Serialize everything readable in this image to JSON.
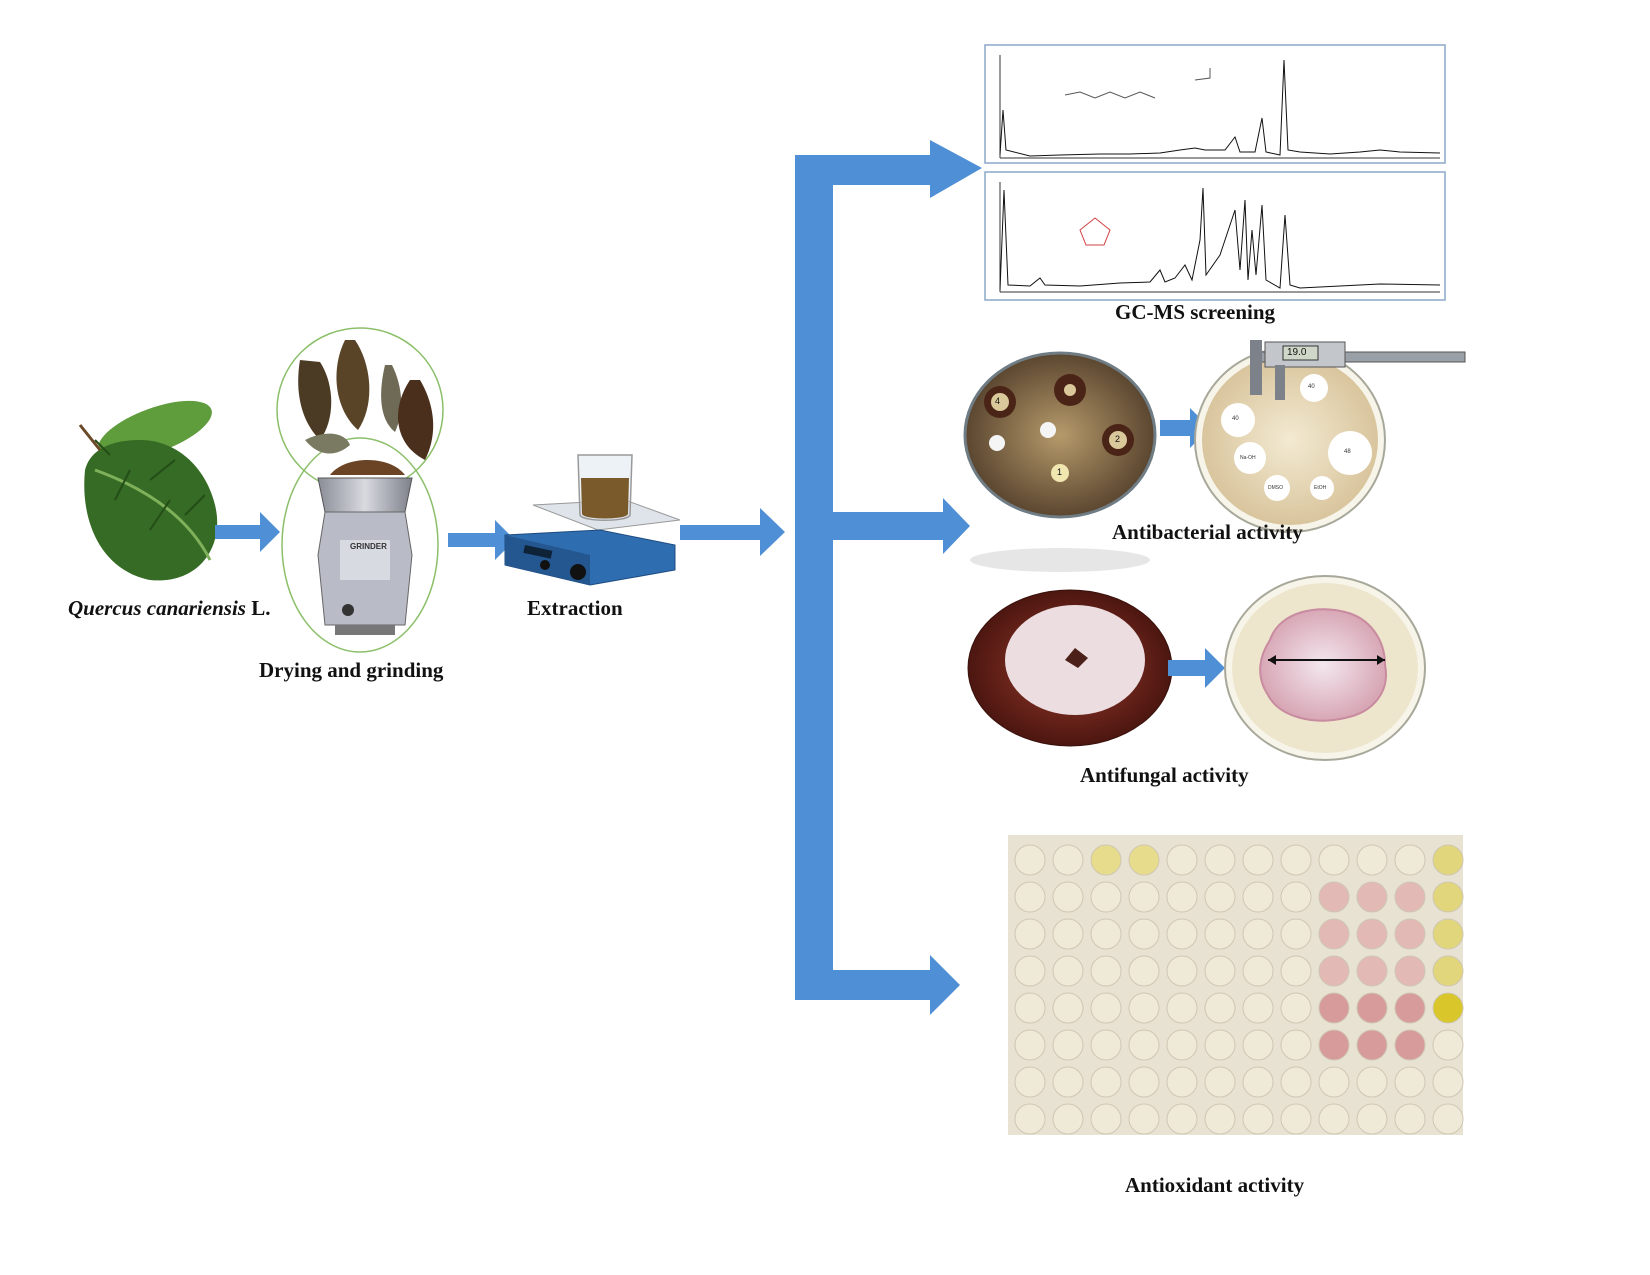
{
  "labels": {
    "plant_italic": "Quercus canariensis",
    "plant_suffix": " L.",
    "drying": "Drying and grinding",
    "extraction": "Extraction",
    "gcms": "GC-MS screening",
    "antibacterial": "Antibacterial activity",
    "antifungal": "Antifungal  activity",
    "antioxidant": "Antioxidant activity"
  },
  "equipment": {
    "grinder_label": "GRINDER",
    "caliper_reading": "19.0"
  },
  "petri_dish": {
    "discs": [
      "40",
      "40",
      "48",
      "Na-OH",
      "DMSO",
      "EtOH"
    ],
    "photo_numbers": [
      "4",
      "2",
      "1"
    ]
  },
  "colors": {
    "arrow": "#4f8fd6",
    "leaf": "#3f7a2a",
    "plate": "#e9e4cc"
  },
  "icons": [
    "leaf-icon",
    "grinder-icon",
    "beaker-icon",
    "hotplate-icon",
    "chromatogram-icon",
    "petri-dish-icon",
    "caliper-icon",
    "fungal-plate-icon",
    "microplate-icon"
  ]
}
